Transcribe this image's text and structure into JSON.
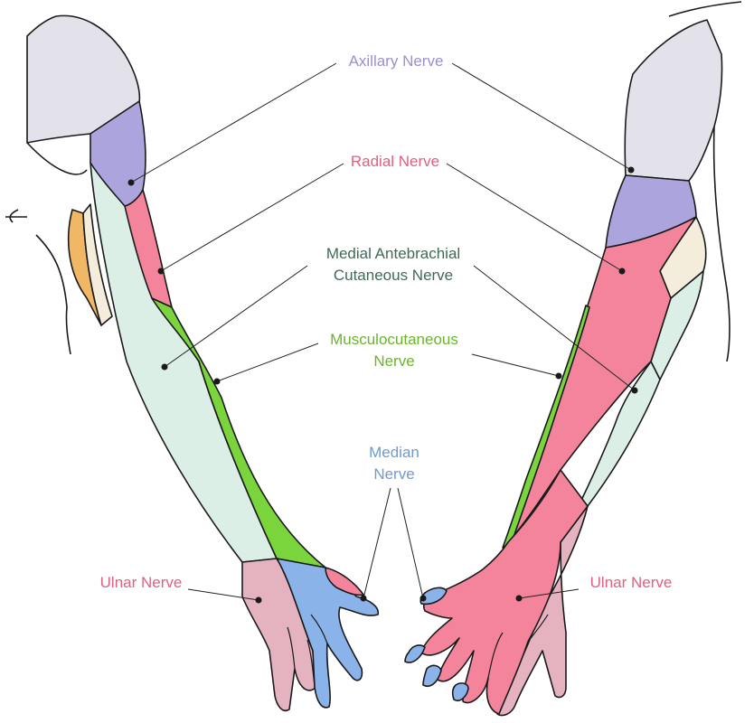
{
  "colors": {
    "axillary": "#9b8fcf",
    "radial": "#e2607f",
    "medial_antebrachial": "#3d6b54",
    "musculocutaneous": "#6ab42e",
    "median": "#6f9bd0",
    "ulnar": "#e2607f"
  },
  "labels": {
    "axillary": [
      "Axillary Nerve"
    ],
    "radial": [
      "Radial Nerve"
    ],
    "medial_antebrachial": [
      "Medial Antebrachial",
      "Cutaneous Nerve"
    ],
    "musculocutaneous": [
      "Musculocutaneous",
      "Nerve"
    ],
    "median": [
      "Median",
      "Nerve"
    ],
    "ulnar_left": [
      "Ulnar Nerve"
    ],
    "ulnar_right": [
      "Ulnar Nerve"
    ]
  }
}
